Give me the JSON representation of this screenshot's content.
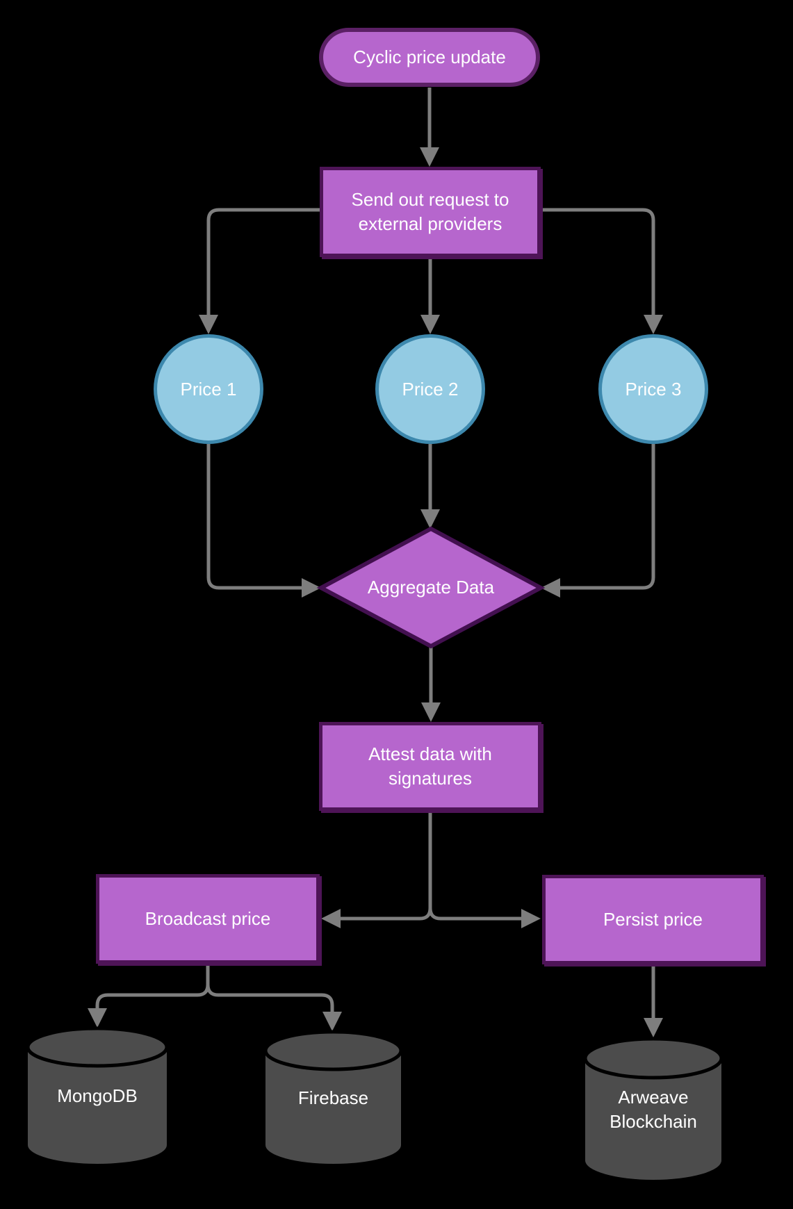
{
  "diagram_type": "flowchart",
  "nodes": {
    "start": {
      "label": "Cyclic price update",
      "shape": "rounded"
    },
    "send_request": {
      "label": "Send out request to external providers",
      "shape": "rectangle"
    },
    "price_1": {
      "label": "Price 1",
      "shape": "circle"
    },
    "price_2": {
      "label": "Price 2",
      "shape": "circle"
    },
    "price_3": {
      "label": "Price 3",
      "shape": "circle"
    },
    "aggregate": {
      "label": "Aggregate Data",
      "shape": "diamond"
    },
    "attest": {
      "label": "Attest data with signatures",
      "shape": "rectangle"
    },
    "broadcast": {
      "label": "Broadcast price",
      "shape": "rectangle"
    },
    "persist": {
      "label": "Persist price",
      "shape": "rectangle"
    },
    "mongodb": {
      "label": "MongoDB",
      "shape": "cylinder"
    },
    "firebase": {
      "label": "Firebase",
      "shape": "cylinder"
    },
    "arweave": {
      "label": "Arweave Blockchain",
      "shape": "cylinder"
    }
  },
  "edges": [
    {
      "from": "start",
      "to": "send_request"
    },
    {
      "from": "send_request",
      "to": "price_1"
    },
    {
      "from": "send_request",
      "to": "price_2"
    },
    {
      "from": "send_request",
      "to": "price_3"
    },
    {
      "from": "price_1",
      "to": "aggregate"
    },
    {
      "from": "price_2",
      "to": "aggregate"
    },
    {
      "from": "price_3",
      "to": "aggregate"
    },
    {
      "from": "aggregate",
      "to": "attest"
    },
    {
      "from": "attest",
      "to": "broadcast"
    },
    {
      "from": "attest",
      "to": "persist"
    },
    {
      "from": "broadcast",
      "to": "mongodb"
    },
    {
      "from": "broadcast",
      "to": "firebase"
    },
    {
      "from": "persist",
      "to": "arweave"
    }
  ],
  "colors": {
    "background": "#000000",
    "node_fill": "#b666cd",
    "node_border": "#4e1457",
    "start_border": "#5b2065",
    "diamond_border": "#431050",
    "circle_fill": "#93cbe3",
    "circle_border": "#3d88ad",
    "connector": "#7e7e7e",
    "cylinder_fill": "#4c4c4c",
    "cylinder_edge": "#000000",
    "text": "#ffffff"
  }
}
